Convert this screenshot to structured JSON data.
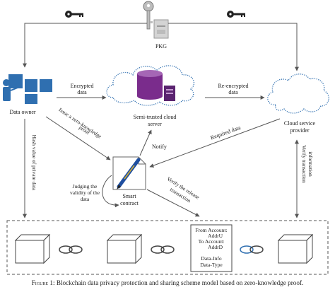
{
  "nodes": {
    "pkg": "PKG",
    "data_owner": "Data owner",
    "cloud_server": [
      "Semi-trusted cloud",
      "server"
    ],
    "cloud_provider": [
      "Cloud service",
      "provider"
    ],
    "smart_contract": [
      "Smart",
      "contract"
    ]
  },
  "edges": {
    "encrypted_data": [
      "Encrypted",
      "data"
    ],
    "re_encrypted_data": [
      "Re-encrypted",
      "data"
    ],
    "zk_proof": [
      "Issue a zero-knowledge",
      "proof"
    ],
    "notify": "Notify",
    "required_data": "Required data",
    "judging_validity": [
      "Judging the",
      "validity of the",
      "data"
    ],
    "verify_release": [
      "Verify the release",
      "transaction"
    ],
    "hash_value": "Hash value of private data",
    "verify_transaction": [
      "Verify transaction",
      "information"
    ]
  },
  "block_info": {
    "lines": [
      "From Account:",
      "AddrU",
      "To Account:",
      "AddrD",
      "",
      "Data-Info",
      "Data-Type"
    ]
  },
  "caption": {
    "label": "Figure 1:",
    "text": "Blockchain data privacy protection and sharing scheme model based on zero-knowledge proof."
  },
  "colors": {
    "database": "#7a2c8c",
    "server_dark": "#5b2470",
    "data_owner_blue": "#2f6fb0",
    "arrow": "#555555",
    "key": "#222222",
    "pen_blue": "#1f4fa0",
    "pen_gold": "#d8b030"
  }
}
